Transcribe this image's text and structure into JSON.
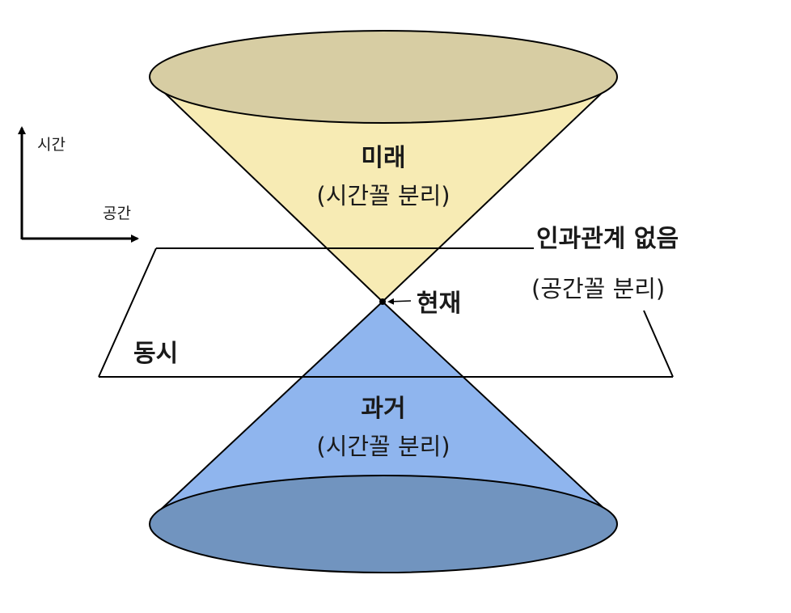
{
  "axes": {
    "time_label": "시간",
    "space_label": "공간"
  },
  "future": {
    "title": "미래",
    "subtitle": "(시간꼴 분리)"
  },
  "past": {
    "title": "과거",
    "subtitle": "(시간꼴 분리)"
  },
  "present": {
    "label": "현재"
  },
  "simultaneous": {
    "label": "동시"
  },
  "causality": {
    "title": "인과관계 없음",
    "subtitle": "(공간꼴 분리)"
  },
  "colors": {
    "future_cone": "#f7ebb4",
    "future_top": "#d7cda3",
    "past_cone": "#8fb5ee",
    "past_bottom": "#7194bf",
    "outline": "#000000"
  }
}
